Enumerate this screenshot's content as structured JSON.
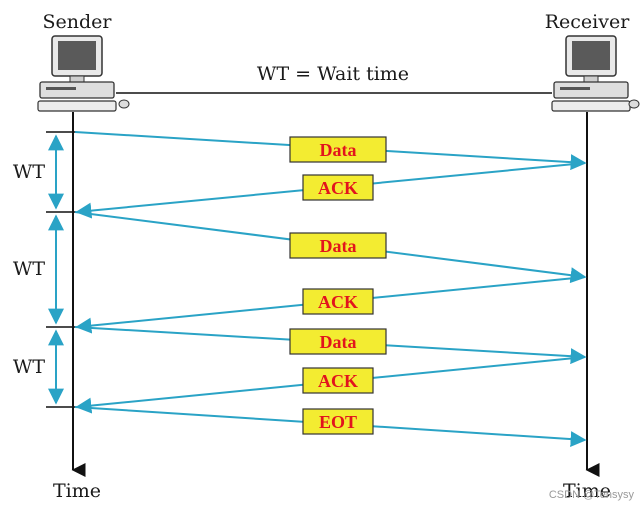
{
  "sender": {
    "label": "Sender",
    "time_label": "Time"
  },
  "receiver": {
    "label": "Receiver",
    "time_label": "Time"
  },
  "legend": "WT = Wait time",
  "wait_label": "WT",
  "messages": [
    {
      "label": "Data",
      "direction": "sender-to-receiver"
    },
    {
      "label": "ACK",
      "direction": "receiver-to-sender"
    },
    {
      "label": "Data",
      "direction": "sender-to-receiver"
    },
    {
      "label": "ACK",
      "direction": "receiver-to-sender"
    },
    {
      "label": "Data",
      "direction": "sender-to-receiver"
    },
    {
      "label": "ACK",
      "direction": "receiver-to-sender"
    },
    {
      "label": "EOT",
      "direction": "sender-to-receiver"
    }
  ],
  "wait_intervals": [
    "WT",
    "WT",
    "WT"
  ],
  "watermark": "CSDN @Tensysy",
  "colors": {
    "arrow": "#2aa3c6",
    "box_fill": "#f3ec31",
    "box_text": "#e2141d",
    "timeline": "#111111"
  }
}
